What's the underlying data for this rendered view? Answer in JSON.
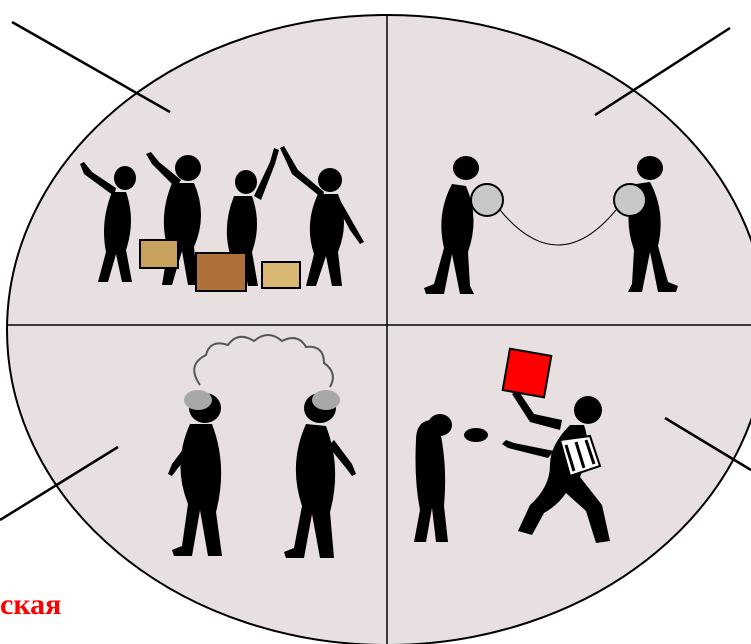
{
  "caption": "ская",
  "colors": {
    "circle_fill": "#e7dfe0",
    "outline": "#000000",
    "caption": "#ff0000",
    "suitcase": "#c9a15e",
    "suitcase_dark": "#9a6b3a",
    "card": "#ff0000",
    "helmet": "#a8a8a8"
  },
  "quadrants": [
    {
      "position": "top-left",
      "icon": "travelers-with-suitcases-icon"
    },
    {
      "position": "top-right",
      "icon": "tin-can-telephone-icon"
    },
    {
      "position": "bottom-left",
      "icon": "thought-connection-icon"
    },
    {
      "position": "bottom-right",
      "icon": "referee-red-card-icon"
    }
  ]
}
